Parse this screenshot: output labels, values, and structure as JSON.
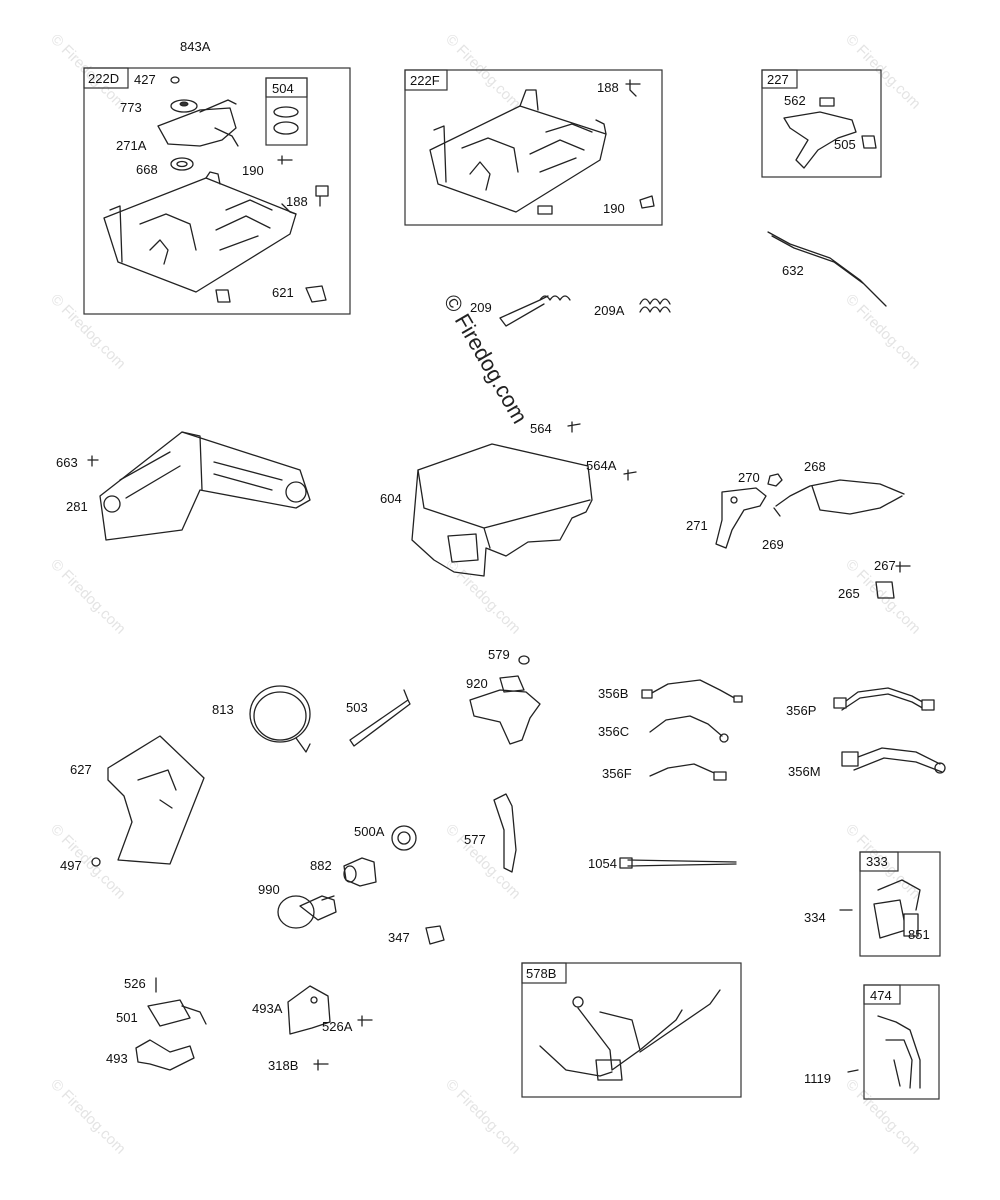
{
  "watermark": {
    "text": "© Firedog.com",
    "center_text": "© Firedog.com"
  },
  "boxes": [
    {
      "id": "222D",
      "label": "222D"
    },
    {
      "id": "504",
      "label": "504"
    },
    {
      "id": "222F",
      "label": "222F"
    },
    {
      "id": "227",
      "label": "227"
    },
    {
      "id": "333",
      "label": "333"
    },
    {
      "id": "578B",
      "label": "578B"
    },
    {
      "id": "474",
      "label": "474"
    }
  ],
  "labels": [
    "843A",
    "427",
    "773",
    "271A",
    "668",
    "190",
    "188",
    "621",
    "188",
    "190",
    "562",
    "505",
    "632",
    "209",
    "209A",
    "663",
    "281",
    "564",
    "564A",
    "604",
    "270",
    "268",
    "271",
    "269",
    "267",
    "265",
    "579",
    "920",
    "813",
    "503",
    "627",
    "497",
    "356B",
    "356C",
    "356F",
    "356P",
    "356M",
    "500A",
    "577",
    "882",
    "990",
    "347",
    "1054",
    "334",
    "851",
    "526",
    "501",
    "493",
    "493A",
    "526A",
    "318B",
    "1119"
  ]
}
